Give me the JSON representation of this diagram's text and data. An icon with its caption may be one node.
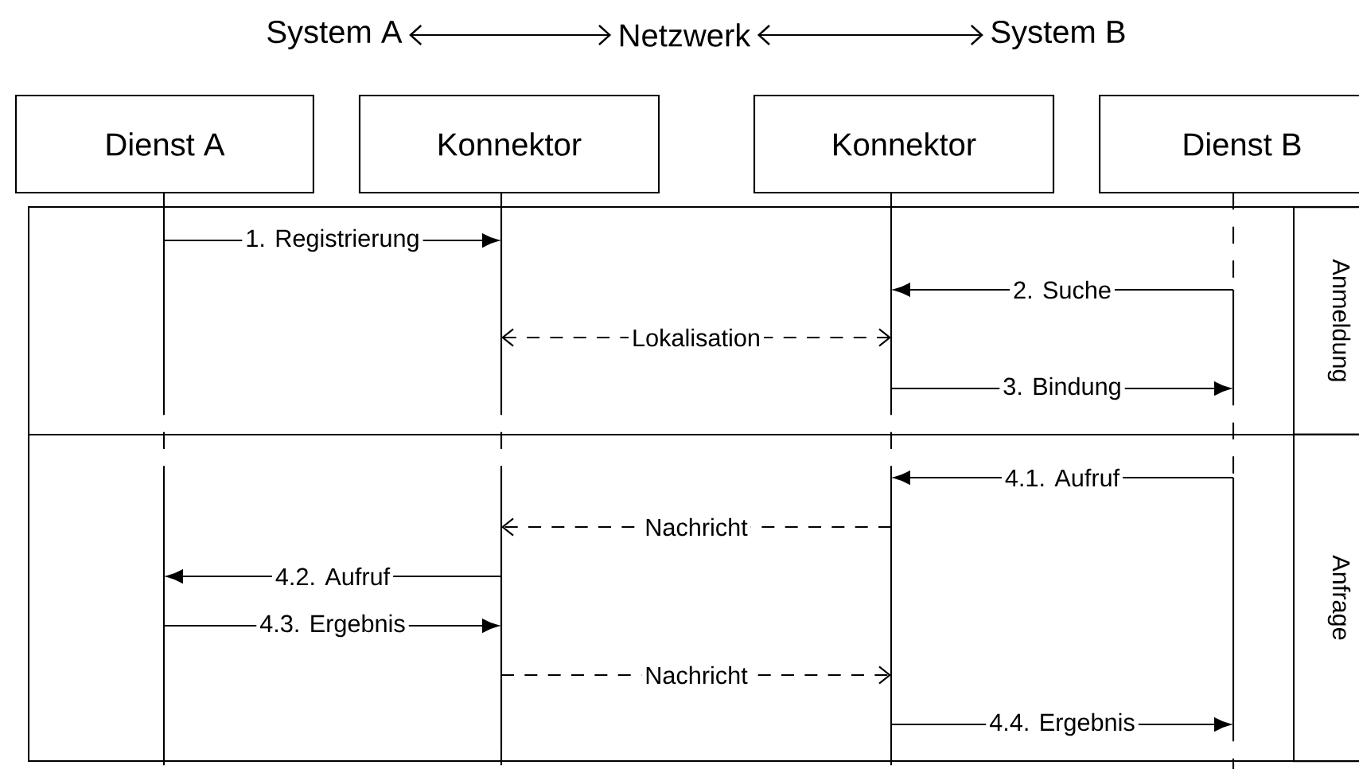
{
  "diagram": {
    "nodes": [
      {
        "text": [
          "System A"
        ]
      },
      {
        "text": [
          "Netzwerk"
        ]
      },
      {
        "text": [
          "System B"
        ]
      },
      {
        "text": [
          "Dienst A"
        ]
      },
      {
        "text": [
          "Konnektor"
        ]
      },
      {
        "text": [
          "Konnektor"
        ]
      },
      {
        "text": [
          "Dienst B"
        ]
      },
      {
        "text": [],
        "shape": "bar"
      },
      {
        "text": [],
        "shape": "bar"
      },
      {
        "text": [],
        "shape": "bar"
      },
      {
        "text": [],
        "shape": "bar"
      },
      {
        "text": [
          "Anmeldung"
        ]
      },
      {
        "text": [
          "Anfrage"
        ]
      }
    ],
    "edges": [
      {
        "from": 0,
        "to": 1,
        "arrow": "both"
      },
      {
        "from": 1,
        "to": 2,
        "arrow": "both"
      },
      {
        "from": 7,
        "to": 8,
        "arrow": "to",
        "label": "1. Registrierung"
      },
      {
        "from": 10,
        "to": 9,
        "arrow": "to",
        "label": "2. Suche"
      },
      {
        "from": 8,
        "to": 9,
        "arrow": "both",
        "label": "Lokalisation",
        "style": "dashed"
      },
      {
        "from": 9,
        "to": 10,
        "arrow": "to",
        "label": "3. Bindung"
      },
      {
        "from": 10,
        "to": 9,
        "arrow": "to",
        "label": "4.1. Aufruf"
      },
      {
        "from": 9,
        "to": 8,
        "arrow": "to",
        "label": "Nachricht",
        "style": "dashed"
      },
      {
        "from": 8,
        "to": 7,
        "arrow": "to",
        "label": "4.2. Aufruf"
      },
      {
        "from": 7,
        "to": 8,
        "arrow": "to",
        "label": "4.3. Ergebnis"
      },
      {
        "from": 8,
        "to": 9,
        "arrow": "to",
        "label": "Nachricht",
        "style": "dashed"
      },
      {
        "from": 9,
        "to": 10,
        "arrow": "to",
        "label": "4.4. Ergebnis"
      }
    ]
  }
}
